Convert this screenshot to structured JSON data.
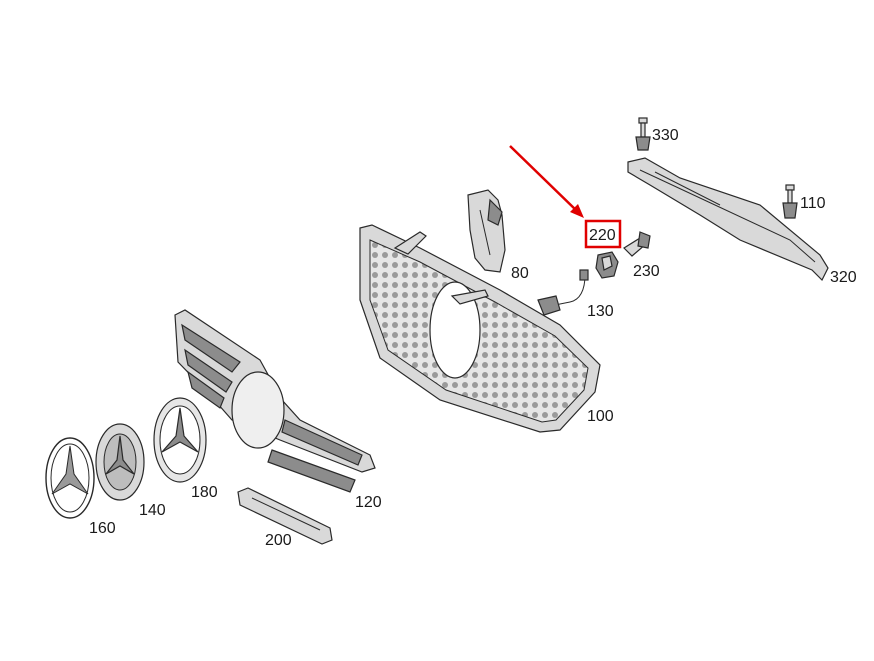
{
  "diagram": {
    "highlight_color": "#e00000",
    "labels": {
      "p330": "330",
      "p110": "110",
      "p320": "320",
      "p220": "220",
      "p230": "230",
      "p80": "80",
      "p130": "130",
      "p100": "100",
      "p120": "120",
      "p180": "180",
      "p140": "140",
      "p160": "160",
      "p200": "200"
    },
    "highlighted_part": "220"
  }
}
